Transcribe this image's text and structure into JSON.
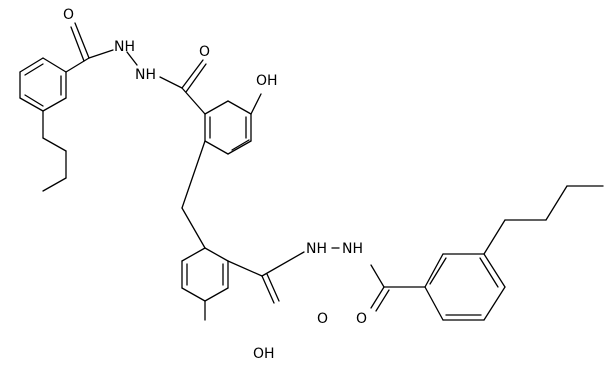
{
  "molecule": {
    "atom_labels": {
      "o_top": "O",
      "nh_top_left": "NH",
      "nh_top_right": "NH",
      "o_center_top": "O",
      "oh_upper_ring": "OH",
      "nh_mid_left": "NH",
      "nh_mid_right": "NH",
      "o_lower_center": "O",
      "o_lower_right": "O",
      "oh_lower_ring": "OH"
    }
  }
}
